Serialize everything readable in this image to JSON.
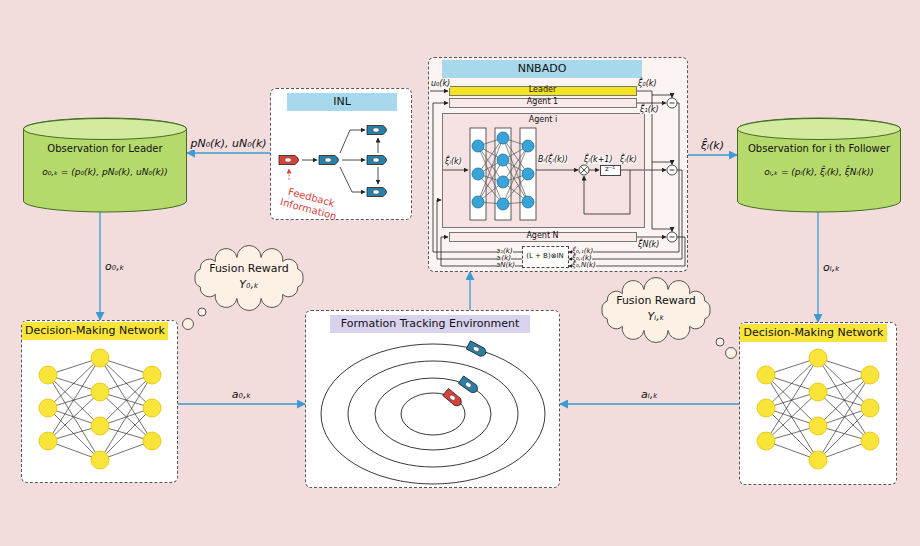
{
  "diagram": {
    "nodes": [
      {
        "text": [
          "Observation for Leader",
          "o₀,ₖ = (p₀(k), pN₀(k), uN₀(k))"
        ]
      },
      {
        "text": [
          "INL"
        ]
      },
      {
        "text": [
          "NNBADO"
        ]
      },
      {
        "text": [
          "Leader"
        ],
        "in": 2
      },
      {
        "text": [
          "Agent 1"
        ],
        "in": 2
      },
      {
        "text": [
          "Agent i"
        ],
        "in": 2
      },
      {
        "text": [
          "z⁻¹"
        ],
        "in": 5
      },
      {
        "text": [
          "Agent N"
        ],
        "in": 2
      },
      {
        "text": [
          "(L + B)⊗IN"
        ],
        "in": 2
      },
      {
        "text": [
          "Observation for i th Follower",
          "oᵢ,ₖ = (pᵢ(k), ξ̂ᵢ(k), ξ̂Nᵢ(k))"
        ]
      },
      {
        "text": [
          "Decision-Making Network"
        ]
      },
      {
        "text": [
          "Formation Tracking Environment"
        ]
      },
      {
        "text": [
          "Decision-Making Network"
        ]
      },
      {
        "text": [
          "Fusion Reward",
          "Υ₀,ₖ"
        ]
      },
      {
        "text": [
          "Fusion Reward",
          "Υᵢ,ₖ"
        ]
      }
    ],
    "edges": [
      {
        "from": 1,
        "to": 0,
        "arrow": "to",
        "label": "pN₀(k), uN₀(k)"
      },
      {
        "from": 0,
        "to": 10,
        "arrow": "to",
        "label": "o₀,ₖ"
      },
      {
        "from": 10,
        "to": 11,
        "arrow": "to",
        "label": "a₀,ₖ"
      },
      {
        "from": 11,
        "to": 2,
        "arrow": "to"
      },
      {
        "from": 2,
        "to": 9,
        "arrow": "to",
        "label": "ξ̂ᵢ(k)"
      },
      {
        "from": 9,
        "to": 12,
        "arrow": "to",
        "label": "oᵢ,ₖ"
      },
      {
        "from": 12,
        "to": 11,
        "arrow": "to",
        "label": "aᵢ,ₖ"
      }
    ],
    "labels": [
      "u₀(k)",
      "ξ̂₀(k)",
      "ξ̂₁(k)",
      "ξ̂ᵢ(k)",
      "Bᵢ(ξ̂ᵢ(k))",
      "ξ̂ᵢ(k+1)",
      "ξ̂ᵢ(k)",
      "ξ̂N(k)",
      "a₁(k)",
      "aᵢ(k)",
      "aN(k)",
      "ξ̂₀,₁(k)",
      "ξ̂₀,ᵢ(k)",
      "ξ̂₀,N(k)",
      "Feedback Information"
    ]
  }
}
